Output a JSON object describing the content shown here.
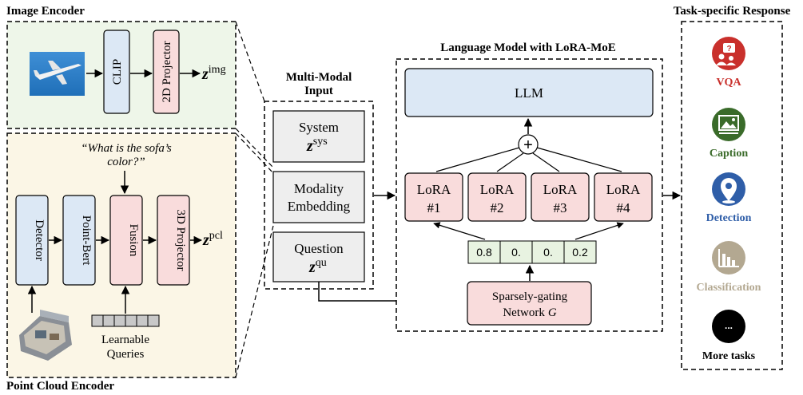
{
  "sections": {
    "image_encoder": "Image Encoder",
    "point_cloud_encoder": "Point Cloud Encoder",
    "multi_modal_input": [
      "Multi-Modal",
      "Input"
    ],
    "language_model": "Language Model with LoRA-MoE",
    "task_response": "Task-specific Response"
  },
  "image_encoder": {
    "clip": "CLIP",
    "projector": "2D Projector",
    "output": "z",
    "output_sup": "img"
  },
  "point_cloud_encoder": {
    "question_quote_line1": "“What is the sofa’s",
    "question_quote_line2": "color?”",
    "detector": "Detector",
    "point_bert": "Point-Bert",
    "fusion": "Fusion",
    "projector": "3D Projector",
    "output": "z",
    "output_sup": "pcl",
    "queries_line1": "Learnable",
    "queries_line2": "Queries"
  },
  "multi_modal": {
    "system": "System",
    "system_z": "z",
    "system_sup": "sys",
    "modality_line1": "Modality",
    "modality_line2": "Embedding",
    "question": "Question",
    "question_z": "z",
    "question_sup": "qu"
  },
  "language_model": {
    "llm": "LLM",
    "plus": "+",
    "lora_label": "LoRA",
    "experts": [
      "#1",
      "#2",
      "#3",
      "#4"
    ],
    "gate_values": [
      "0.8",
      "0.",
      "0.",
      "0.2"
    ],
    "gating_line1": "Sparsely-gating",
    "gating_line2": "Network",
    "gating_symbol": "G"
  },
  "tasks": [
    {
      "label": "VQA",
      "color": "#c9302c",
      "icon": "vqa-icon"
    },
    {
      "label": "Caption",
      "color": "#3a6b2a",
      "icon": "caption-icon"
    },
    {
      "label": "Detection",
      "color": "#2f5ea8",
      "icon": "location-pin-icon"
    },
    {
      "label": "Classification",
      "color": "#b3a891",
      "icon": "bar-chart-icon"
    },
    {
      "label": "More tasks",
      "color": "#000000",
      "icon": "ellipsis-icon"
    }
  ],
  "more_icon_text": "...",
  "colors": {
    "image_panel": "#eef6e9",
    "pcl_panel": "#fbf6e6",
    "blue_box": "#dce8f5",
    "pink_box": "#f9dcdc",
    "gray_box": "#eeeeee",
    "green_cell": "#e8f3e1"
  }
}
